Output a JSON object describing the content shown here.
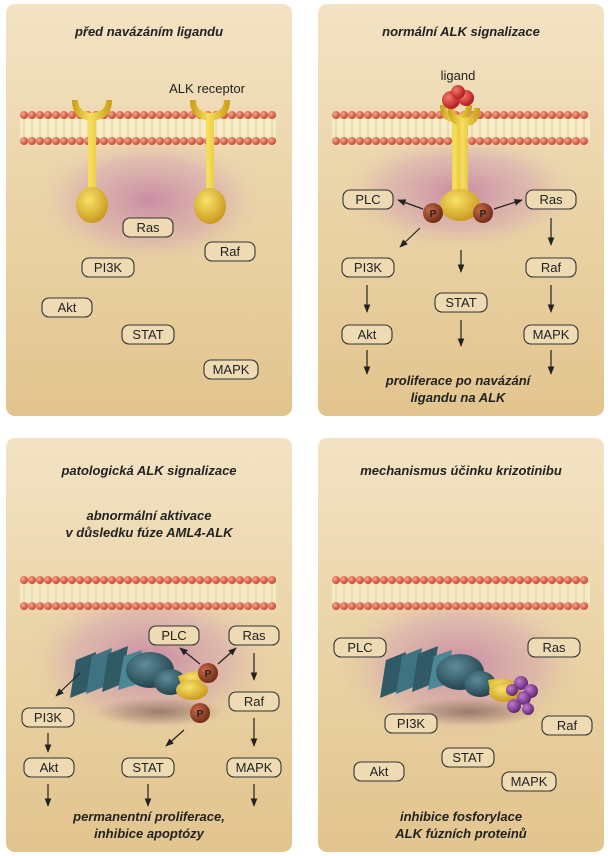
{
  "panels": [
    {
      "title": "před navázáním ligandu",
      "receptor_label": "ALK receptor",
      "boxes": {
        "ras": "Ras",
        "raf": "Raf",
        "pi3k": "PI3K",
        "akt": "Akt",
        "stat": "STAT",
        "mapk": "MAPK"
      }
    },
    {
      "title": "normální ALK signalizace",
      "ligand_label": "ligand",
      "phospho": "P",
      "boxes": {
        "plc": "PLC",
        "ras": "Ras",
        "pi3k": "PI3K",
        "raf": "Raf",
        "stat": "STAT",
        "akt": "Akt",
        "mapk": "MAPK"
      },
      "caption_line1": "proliferace po navázání",
      "caption_line2": "ligandu na ALK"
    },
    {
      "title": "patologická ALK signalizace",
      "subtitle_line1": "abnormální aktivace",
      "subtitle_line2": "v důsledku fúze AML4-ALK",
      "phospho": "P",
      "boxes": {
        "plc": "PLC",
        "ras": "Ras",
        "raf": "Raf",
        "pi3k": "PI3K",
        "akt": "Akt",
        "stat": "STAT",
        "mapk": "MAPK"
      },
      "caption_line1": "permanentní proliferace,",
      "caption_line2": "inhibice apoptózy"
    },
    {
      "title": "mechanismus účinku krizotinibu",
      "boxes": {
        "plc": "PLC",
        "ras": "Ras",
        "pi3k": "PI3K",
        "raf": "Raf",
        "stat": "STAT",
        "akt": "Akt",
        "mapk": "MAPK"
      },
      "caption_line1": "inhibice fosforylace",
      "caption_line2": "ALK fúzních proteinů"
    }
  ],
  "colors": {
    "panel_background": "#e9d2a3",
    "membrane_bead": "#d9543a",
    "cytoplasm_glow": "#c98aa6",
    "receptor": "#e8c233",
    "ligand": "#d8262a",
    "phosphate": "#8a3b22",
    "fusion_partner": "#2f5a66",
    "crizotinib": "#7b3a8e"
  }
}
